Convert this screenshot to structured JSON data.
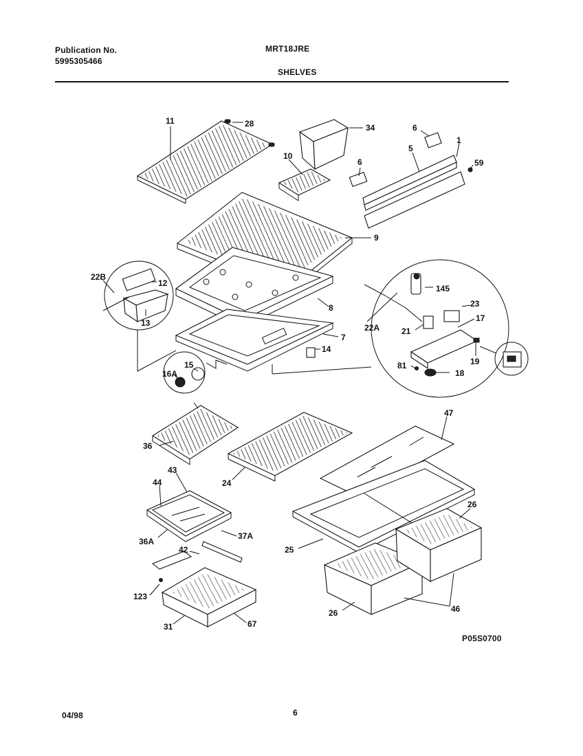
{
  "header": {
    "publication_label": "Publication No.",
    "publication_number": "5995305466",
    "model": "MRT18JRE",
    "section": "SHELVES"
  },
  "footer": {
    "date": "04/98",
    "page": "6",
    "drawing_code": "P05S0700"
  },
  "callouts": [
    "11",
    "28",
    "34",
    "6",
    "10",
    "6",
    "5",
    "1",
    "59",
    "9",
    "22B",
    "12",
    "13",
    "8",
    "145",
    "23",
    "22A",
    "21",
    "17",
    "7",
    "14",
    "15",
    "16A",
    "19",
    "81",
    "18",
    "47",
    "36",
    "24",
    "43",
    "44",
    "26",
    "36A",
    "37A",
    "25",
    "42",
    "123",
    "26",
    "46",
    "31",
    "67"
  ]
}
